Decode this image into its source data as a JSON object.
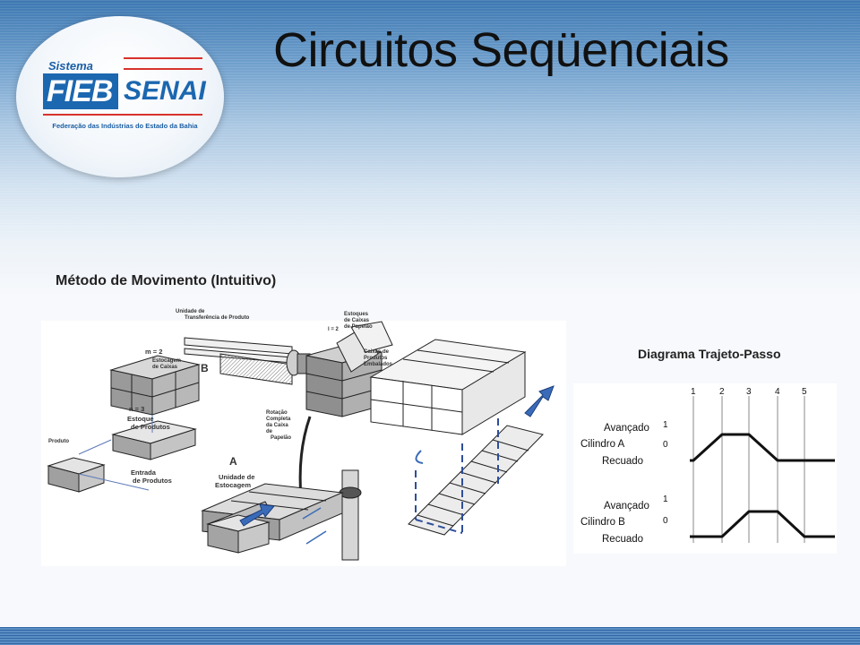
{
  "slide": {
    "title": "Circuitos Seqüenciais"
  },
  "logo": {
    "sistema": "Sistema",
    "fieb": "FIEB",
    "senai": "SENAI",
    "federacao": "Federação das Indústrias do Estado da Bahia"
  },
  "machine": {
    "heading": "Método de Movimento (Intuitivo)",
    "labels": {
      "unidade_transferencia_1": "Unidade de",
      "unidade_transferencia_2": "Transferência de Produto",
      "estoques_1": "Estoques",
      "estoques_2": "de Caixas",
      "estoques_3": "de Papelão",
      "l2": "l = 2",
      "caixas_1": "Caixas de",
      "caixas_2": "Produtos",
      "caixas_3": "Embalados",
      "m2": "m = 2",
      "estocagem_1": "Estocagem",
      "estocagem_2": "de Caixas",
      "b": "B",
      "n3": "n = 3",
      "estoque_1": "Estoque",
      "estoque_2": "de Produtos",
      "produto": "Produto",
      "entrada_1": "Entrada",
      "entrada_2": "de Produtos",
      "rotacao_1": "Rotação",
      "rotacao_2": "Completa",
      "rotacao_3": "da Caixa",
      "rotacao_4": "de",
      "rotacao_5": "Papelão",
      "a": "A",
      "unidade_estocagem_1": "Unidade de",
      "unidade_estocagem_2": "Estocagem"
    }
  },
  "step_diagram": {
    "heading": "Diagrama Trajeto-Passo",
    "steps": [
      "1",
      "2",
      "3",
      "4",
      "5"
    ],
    "cylinder_a": {
      "avancado": "Avançado",
      "one": "1",
      "name": "Cilindro A",
      "zero": "0",
      "recuado": "Recuado",
      "levels": [
        0,
        1,
        1,
        0,
        0
      ]
    },
    "cylinder_b": {
      "avancado": "Avançado",
      "one": "1",
      "name": "Cilindro B",
      "zero": "0",
      "recuado": "Recuado",
      "levels": [
        0,
        0,
        1,
        1,
        0
      ]
    },
    "colors": {
      "line": "#111111",
      "grid": "#8a8a8a"
    }
  }
}
